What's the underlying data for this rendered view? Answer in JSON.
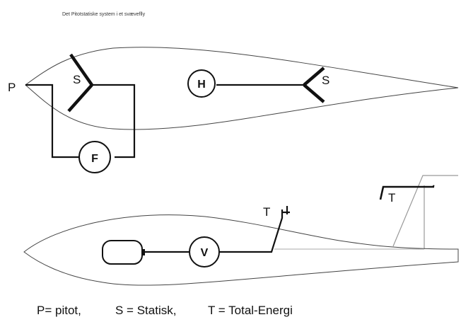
{
  "title": "Det Pitotstatiske system i et svæveflly",
  "top_diagram": {
    "labels": {
      "pitot": "P",
      "static_front": "S",
      "static_rear": "S"
    },
    "instruments": {
      "altimeter": "H",
      "airspeed": "F"
    }
  },
  "bottom_diagram": {
    "labels": {
      "te_probe_fuselage": "T",
      "te_probe_fin": "T"
    },
    "instruments": {
      "variometer": "V"
    }
  },
  "legend": {
    "pitot": "P= pitot,",
    "static": "S = Statisk,",
    "total_energy": "T = Total-Energi"
  }
}
